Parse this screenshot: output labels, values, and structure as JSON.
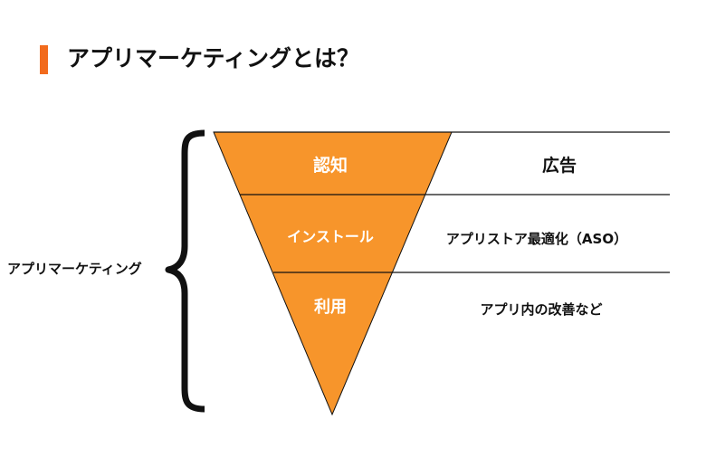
{
  "title": "アプリマーケティングとは？",
  "brace_label": "アプリマーケティング",
  "stages": [
    {
      "label": "認知",
      "description": "広告"
    },
    {
      "label": "インストール",
      "description": "アプリストア最適化（ASO）"
    },
    {
      "label": "利用",
      "description": "アプリ内の改善など"
    }
  ],
  "colors": {
    "accent": "#f26b1d",
    "funnel": "#f7952b",
    "line": "#111111"
  }
}
